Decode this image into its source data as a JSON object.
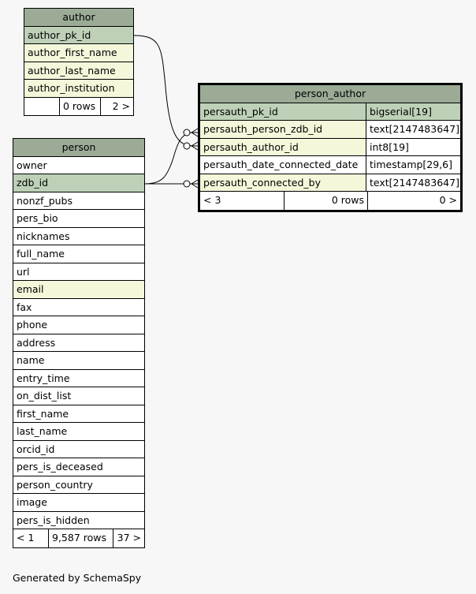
{
  "tables": {
    "author": {
      "name": "author",
      "columns": [
        {
          "name": "author_pk_id",
          "kind": "pk"
        },
        {
          "name": "author_first_name",
          "kind": "idx"
        },
        {
          "name": "author_last_name",
          "kind": "idx"
        },
        {
          "name": "author_institution",
          "kind": "idx"
        }
      ],
      "footer": {
        "left": "",
        "mid": "0 rows",
        "right": "2 >"
      }
    },
    "person": {
      "name": "person",
      "columns": [
        {
          "name": "owner",
          "kind": "plain"
        },
        {
          "name": "zdb_id",
          "kind": "pk"
        },
        {
          "name": "nonzf_pubs",
          "kind": "plain"
        },
        {
          "name": "pers_bio",
          "kind": "plain"
        },
        {
          "name": "nicknames",
          "kind": "plain"
        },
        {
          "name": "full_name",
          "kind": "plain"
        },
        {
          "name": "url",
          "kind": "plain"
        },
        {
          "name": "email",
          "kind": "idx"
        },
        {
          "name": "fax",
          "kind": "plain"
        },
        {
          "name": "phone",
          "kind": "plain"
        },
        {
          "name": "address",
          "kind": "plain"
        },
        {
          "name": "name",
          "kind": "plain"
        },
        {
          "name": "entry_time",
          "kind": "plain"
        },
        {
          "name": "on_dist_list",
          "kind": "plain"
        },
        {
          "name": "first_name",
          "kind": "plain"
        },
        {
          "name": "last_name",
          "kind": "plain"
        },
        {
          "name": "orcid_id",
          "kind": "plain"
        },
        {
          "name": "pers_is_deceased",
          "kind": "plain"
        },
        {
          "name": "person_country",
          "kind": "plain"
        },
        {
          "name": "image",
          "kind": "plain"
        },
        {
          "name": "pers_is_hidden",
          "kind": "plain"
        }
      ],
      "footer": {
        "left": "< 1",
        "mid": "9,587 rows",
        "right": "37 >"
      }
    },
    "person_author": {
      "name": "person_author",
      "columns": [
        {
          "name": "persauth_pk_id",
          "type": "bigserial[19]",
          "kind": "pk"
        },
        {
          "name": "persauth_person_zdb_id",
          "type": "text[2147483647]",
          "kind": "idx"
        },
        {
          "name": "persauth_author_id",
          "type": "int8[19]",
          "kind": "idx"
        },
        {
          "name": "persauth_date_connected_date",
          "type": "timestamp[29,6]",
          "kind": "plain"
        },
        {
          "name": "persauth_connected_by",
          "type": "text[2147483647]",
          "kind": "idx"
        }
      ],
      "footer": {
        "left": "< 3",
        "mid": "0 rows",
        "right": "0 >"
      }
    }
  },
  "relationships": [
    {
      "from": "author.author_pk_id",
      "to": "person_author.persauth_author_id"
    },
    {
      "from": "person.zdb_id",
      "to": "person_author.persauth_person_zdb_id"
    },
    {
      "from": "person.zdb_id",
      "to": "person_author.persauth_connected_by"
    }
  ],
  "colors": {
    "header": "#9bab96",
    "primary_key": "#bed1b8",
    "indexed": "#f4f7da",
    "background": "#f7f7f7"
  },
  "generated_by": "Generated by SchemaSpy"
}
